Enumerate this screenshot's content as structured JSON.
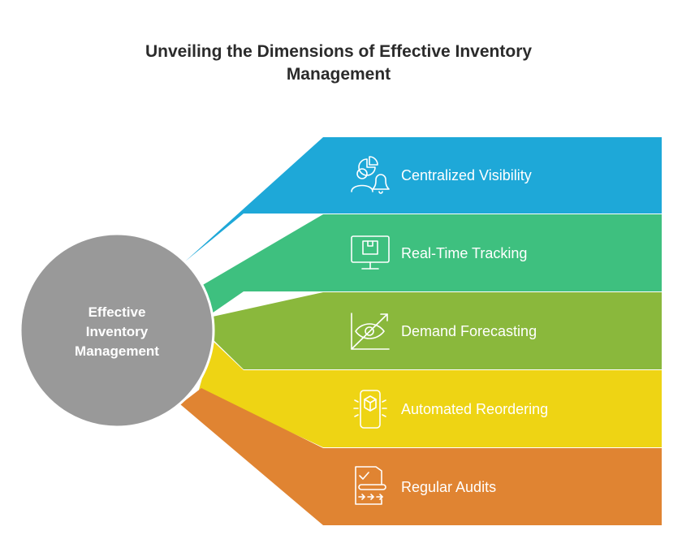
{
  "title": {
    "line1": "Unveiling the Dimensions of Effective Inventory",
    "line2": "Management"
  },
  "center": {
    "line1": "Effective",
    "line2": "Inventory",
    "line3": "Management",
    "color": "#999999"
  },
  "items": [
    {
      "label": "Centralized Visibility",
      "icon": "user-chart-bell-icon",
      "color": "#1ea8d8"
    },
    {
      "label": "Real-Time Tracking",
      "icon": "monitor-icon",
      "color": "#3ec07f"
    },
    {
      "label": "Demand Forecasting",
      "icon": "eye-trend-icon",
      "color": "#8ab83c"
    },
    {
      "label": "Automated Reordering",
      "icon": "phone-box-icon",
      "color": "#eed414"
    },
    {
      "label": "Regular Audits",
      "icon": "checklist-icon",
      "color": "#e08432"
    }
  ]
}
